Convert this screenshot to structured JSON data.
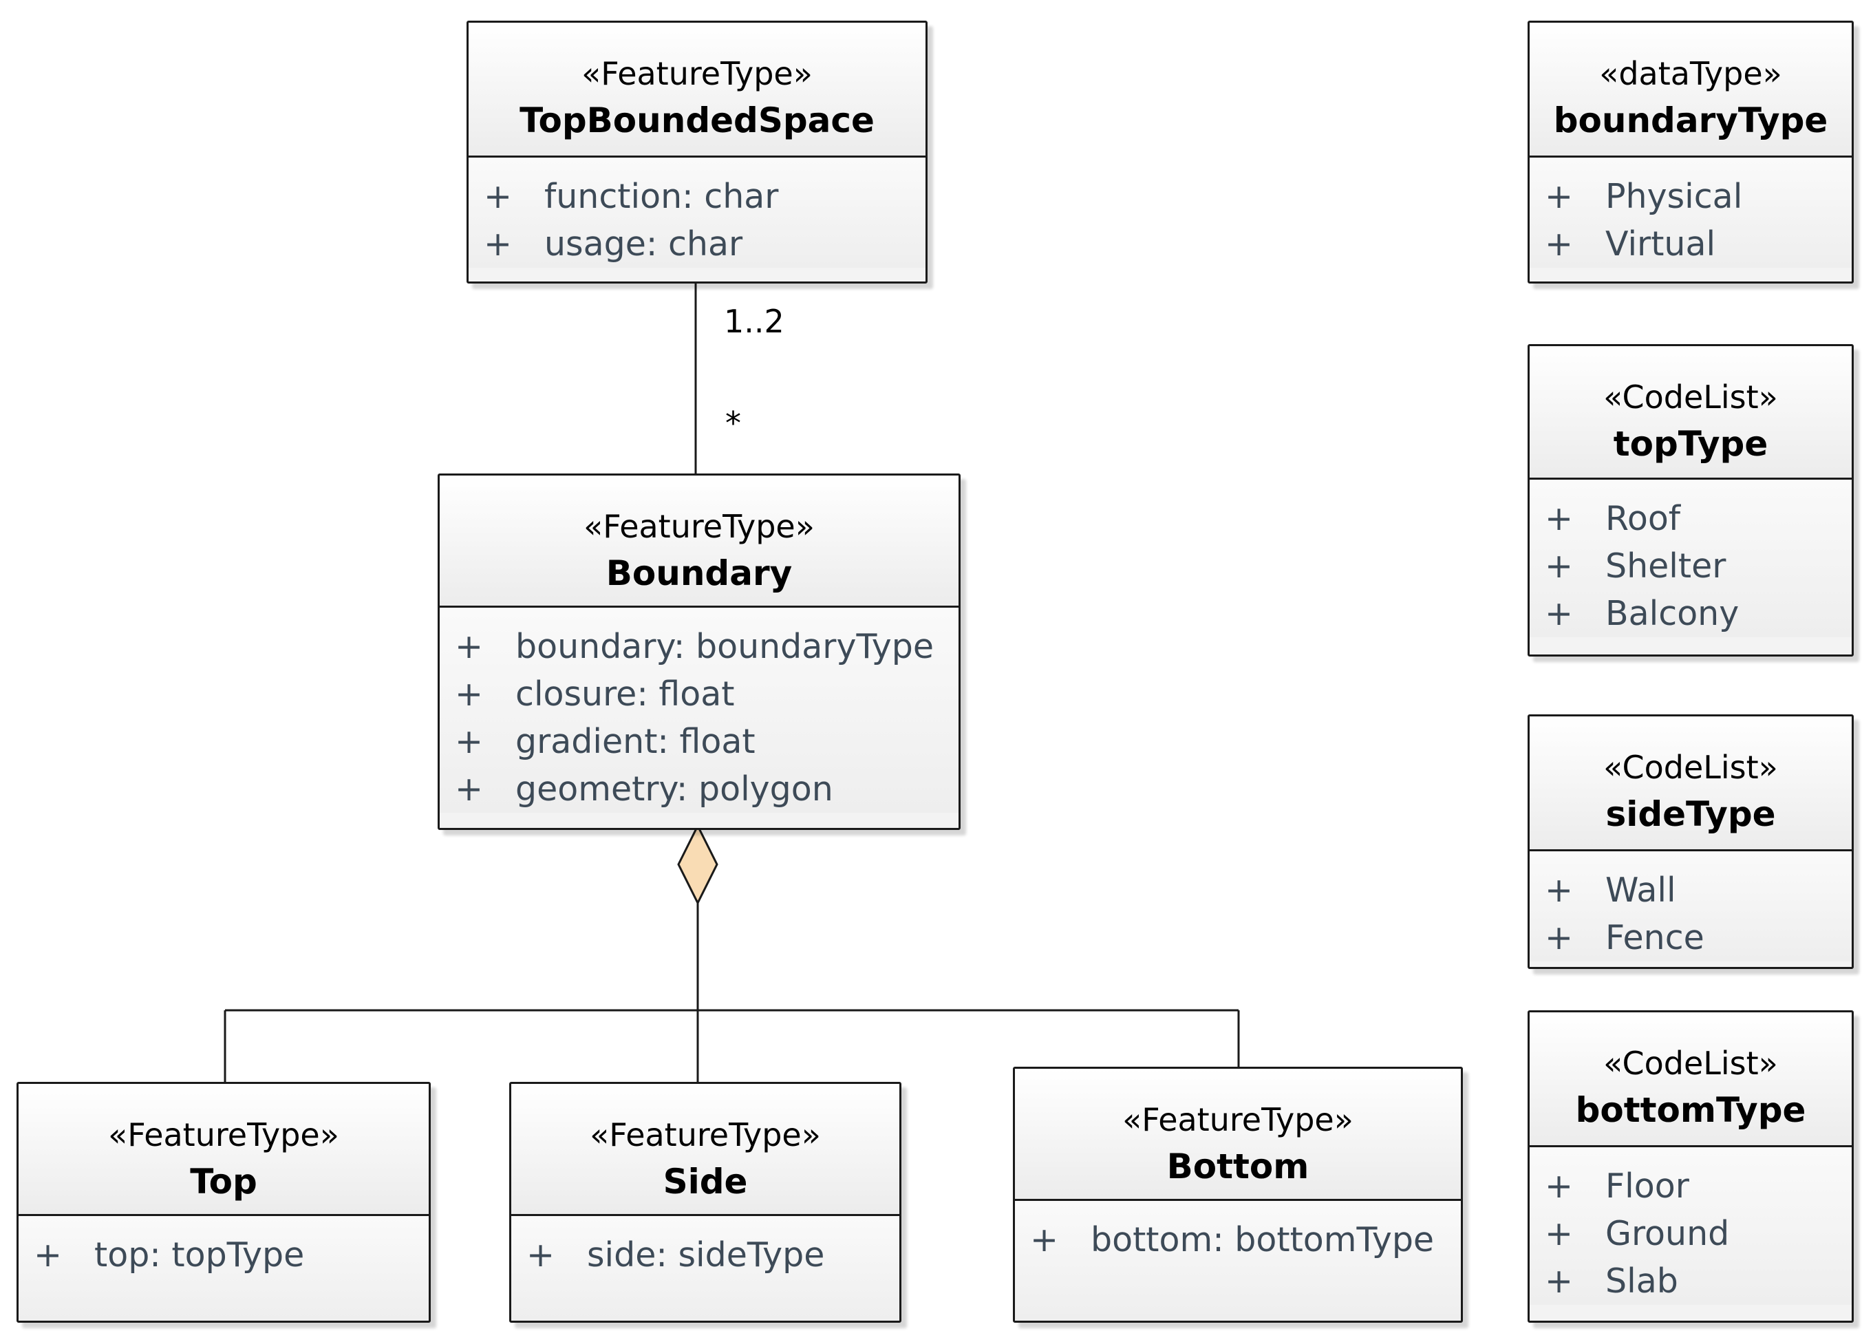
{
  "classes": {
    "top_bounded_space": {
      "stereotype": "«FeatureType»",
      "name": "TopBoundedSpace",
      "attributes": [
        "function: char",
        "usage: char"
      ]
    },
    "boundary": {
      "stereotype": "«FeatureType»",
      "name": "Boundary",
      "attributes": [
        "boundary: boundaryType",
        "closure: float",
        "gradient: float",
        "geometry: polygon"
      ]
    },
    "top": {
      "stereotype": "«FeatureType»",
      "name": "Top",
      "attributes": [
        "top: topType"
      ]
    },
    "side": {
      "stereotype": "«FeatureType»",
      "name": "Side",
      "attributes": [
        "side: sideType"
      ]
    },
    "bottom": {
      "stereotype": "«FeatureType»",
      "name": "Bottom",
      "attributes": [
        "bottom: bottomType"
      ]
    },
    "boundary_type": {
      "stereotype": "«dataType»",
      "name": "boundaryType",
      "attributes": [
        "Physical",
        "Virtual"
      ]
    },
    "top_type": {
      "stereotype": "«CodeList»",
      "name": "topType",
      "attributes": [
        "Roof",
        "Shelter",
        "Balcony"
      ]
    },
    "side_type": {
      "stereotype": "«CodeList»",
      "name": "sideType",
      "attributes": [
        "Wall",
        "Fence"
      ]
    },
    "bottom_type": {
      "stereotype": "«CodeList»",
      "name": "bottomType",
      "attributes": [
        "Floor",
        "Ground",
        "Slab"
      ]
    }
  },
  "association": {
    "multiplicity_top": "1..2",
    "multiplicity_bottom": "*"
  },
  "visibility_symbol": "+",
  "colors": {
    "aggregation_diamond": "#f9dcb4",
    "attribute_text": "#3d4a57",
    "line": "#1a1a1a"
  }
}
